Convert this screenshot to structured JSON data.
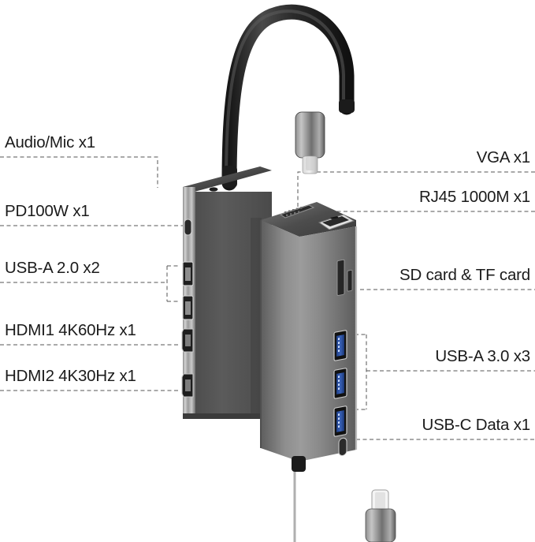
{
  "diagram": {
    "title": "USB-C Docking Station Port Callout Diagram",
    "background_color": "#ffffff",
    "text_color": "#1b1b1b",
    "leader_line_color": "#555555",
    "body_color": "#5a5a5a",
    "body_light_color": "#8c8c8c",
    "cable_color": "#222222",
    "usb3_blue": "#2b4f9e"
  },
  "labels": {
    "left": [
      {
        "id": "audio-mic",
        "text": "Audio/Mic x1"
      },
      {
        "id": "pd100w",
        "text": "PD100W x1"
      },
      {
        "id": "usb-a-20",
        "text": "USB-A 2.0 x2"
      },
      {
        "id": "hdmi1",
        "text": "HDMI1 4K60Hz x1"
      },
      {
        "id": "hdmi2",
        "text": "HDMI2 4K30Hz x1"
      }
    ],
    "right": [
      {
        "id": "vga",
        "text": "VGA x1"
      },
      {
        "id": "rj45",
        "text": "RJ45 1000M x1"
      },
      {
        "id": "sd-tf",
        "text": "SD card & TF card"
      },
      {
        "id": "usb-a-30",
        "text": "USB-A 3.0 x3"
      },
      {
        "id": "usb-c-data",
        "text": "USB-C Data x1"
      }
    ]
  },
  "ports": {
    "left_body": [
      {
        "name": "audio-mic-jack",
        "type": "3.5mm",
        "count": 1
      },
      {
        "name": "usb-c-pd-port",
        "type": "USB-C PD 100W",
        "count": 1
      },
      {
        "name": "usb-a-2-port-1",
        "type": "USB-A 2.0",
        "count": 1
      },
      {
        "name": "usb-a-2-port-2",
        "type": "USB-A 2.0",
        "count": 1
      },
      {
        "name": "hdmi-port-1",
        "type": "HDMI 4K60Hz",
        "count": 1
      },
      {
        "name": "hdmi-port-2",
        "type": "HDMI 4K30Hz",
        "count": 1
      }
    ],
    "right_body": [
      {
        "name": "vga-port",
        "type": "VGA",
        "count": 1
      },
      {
        "name": "rj45-port",
        "type": "RJ45 1000M",
        "count": 1
      },
      {
        "name": "sd-card-slot",
        "type": "SD",
        "count": 1
      },
      {
        "name": "tf-card-slot",
        "type": "TF/microSD",
        "count": 1
      },
      {
        "name": "usb-a-3-port-1",
        "type": "USB-A 3.0",
        "count": 1
      },
      {
        "name": "usb-a-3-port-2",
        "type": "USB-A 3.0",
        "count": 1
      },
      {
        "name": "usb-a-3-port-3",
        "type": "USB-A 3.0",
        "count": 1
      },
      {
        "name": "usb-c-data-port",
        "type": "USB-C Data",
        "count": 1
      }
    ]
  },
  "connectors": {
    "top_plug": "USB-C male plug",
    "bottom_plug": "USB-C male plug"
  }
}
